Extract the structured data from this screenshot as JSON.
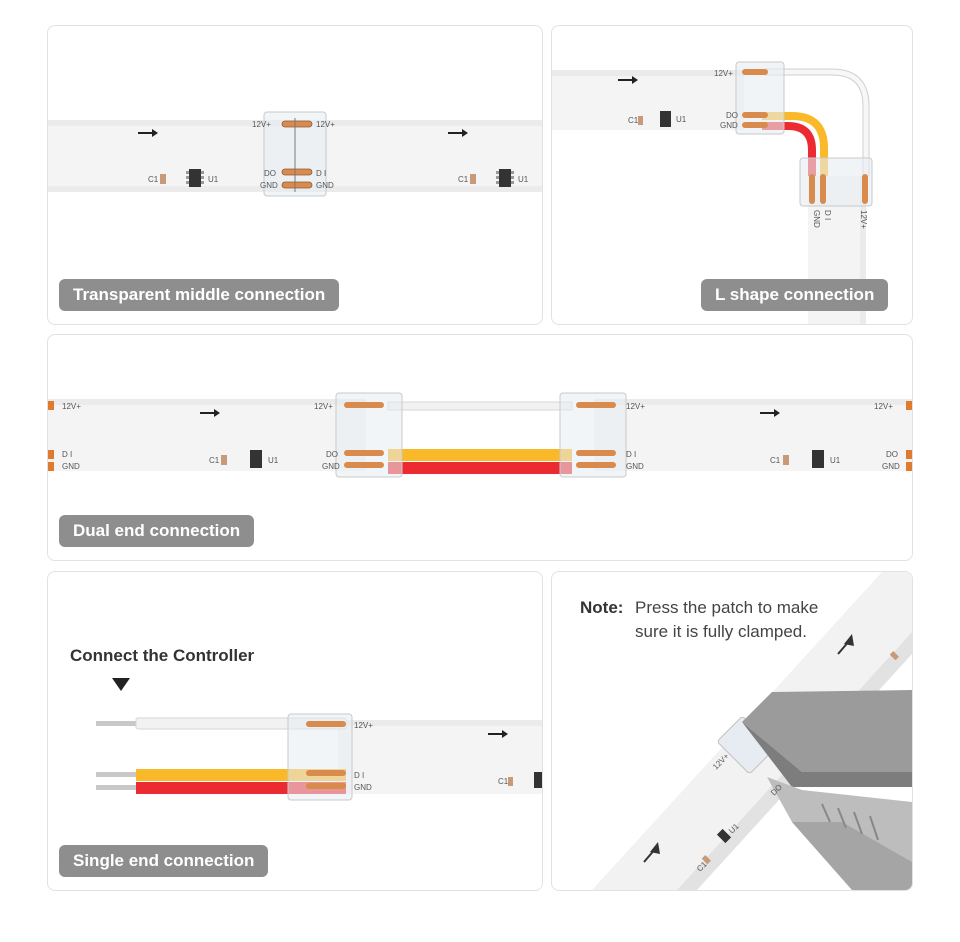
{
  "panels": {
    "middle": {
      "caption": "Transparent middle connection"
    },
    "lshape": {
      "caption": "L shape connection"
    },
    "dual": {
      "caption": "Dual end connection"
    },
    "single": {
      "caption": "Single end connection",
      "title": "Connect the Controller"
    },
    "note": {
      "key": "Note:",
      "text": "Press the patch to make sure it is fully clamped."
    }
  },
  "labels": {
    "v12": "12V+",
    "do": "DO",
    "di": "D I",
    "gnd": "GND",
    "c1": "C1",
    "u1": "U1"
  },
  "colors": {
    "white_wire": "#f2f2f2",
    "yellow_wire": "#f9b929",
    "red_wire": "#ec2a32",
    "caption_bg": "#8e8e8e",
    "pad": "#d98a4d"
  }
}
